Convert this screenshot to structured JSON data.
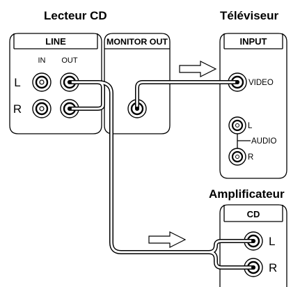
{
  "devices": {
    "cd_player": {
      "title": "Lecteur CD",
      "line_header": "LINE",
      "monitor_header": "MONITOR OUT",
      "in_label": "IN",
      "out_label": "OUT",
      "left_label": "L",
      "right_label": "R"
    },
    "tv": {
      "title": "Téléviseur",
      "input_header": "INPUT",
      "video_label": "VIDEO",
      "audio_label": "AUDIO",
      "left_label": "L",
      "right_label": "R"
    },
    "amplifier": {
      "title": "Amplificateur",
      "cd_header": "CD",
      "left_label": "L",
      "right_label": "R"
    }
  },
  "connections": [
    {
      "from": "cd_player.line_out.L",
      "to": "amplifier.cd.L"
    },
    {
      "from": "cd_player.line_out.R",
      "to": "amplifier.cd.R"
    },
    {
      "from": "cd_player.monitor_out",
      "to": "tv.input.video"
    }
  ],
  "colors": {
    "stroke": "#000000",
    "background": "#ffffff"
  }
}
